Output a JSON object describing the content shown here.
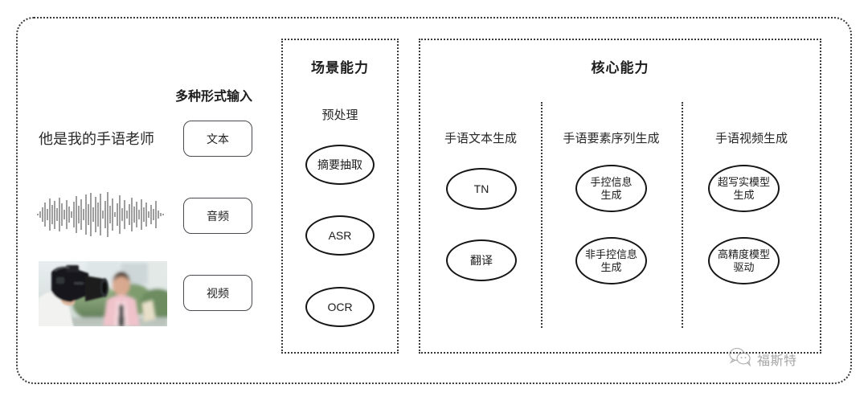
{
  "diagram": {
    "outer_frame": "rounded dotted container",
    "input_section": {
      "heading": "多种形式输入",
      "sample_text": "他是我的手语老师",
      "modalities": [
        {
          "label": "文本",
          "media": "text-sample"
        },
        {
          "label": "音频",
          "media": "audio-waveform"
        },
        {
          "label": "视频",
          "media": "video-thumbnail"
        }
      ]
    },
    "scene_section": {
      "title": "场景能力",
      "columns": [
        {
          "title": "预处理",
          "nodes": [
            "摘要抽取",
            "ASR",
            "OCR"
          ]
        }
      ]
    },
    "core_section": {
      "title": "核心能力",
      "columns": [
        {
          "title": "手语文本生成",
          "nodes": [
            "TN",
            "翻译"
          ]
        },
        {
          "title": "手语要素序列生成",
          "nodes": [
            "手控信息\n生成",
            "非手控信息\n生成"
          ]
        },
        {
          "title": "手语视频生成",
          "nodes": [
            "超写实模型\n生成",
            "高精度模型\n驱动"
          ]
        }
      ]
    },
    "watermark": {
      "text": "福斯特",
      "icon": "wechat-bubbles-icon"
    },
    "colors": {
      "border": "#3a3a3a",
      "node_stroke": "#151515",
      "text": "#232323",
      "watermark": "#707070"
    }
  }
}
